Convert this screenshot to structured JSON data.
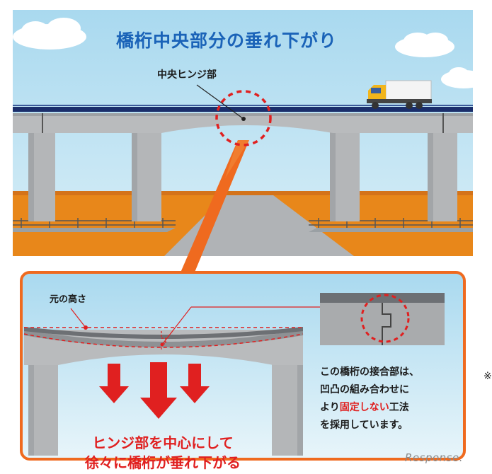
{
  "title": "橋桁中央部分の垂れ下がり",
  "callout_label": "中央ヒンジ部",
  "original_height_label": "元の高さ",
  "caption_line1": "ヒンジ部を中心にして",
  "caption_line2": "徐々に橋桁が垂れ下がる",
  "explanation": {
    "line1": "この橋桁の接合部は、",
    "line2": "凹凸の組み合わせに",
    "line3_pre": "より",
    "line3_highlight": "固定しない",
    "line3_post": "工法",
    "line4": "を採用しています。"
  },
  "side_mark": "※",
  "watermark": "Response.",
  "colors": {
    "sky": "#a9d9ef",
    "ground": "#e8871a",
    "bridge": "#b4b6b8",
    "rail": "#1a2e6b",
    "accent_red": "#e02020",
    "panel_border": "#ef6a1f",
    "title_blue": "#1a63b8"
  }
}
